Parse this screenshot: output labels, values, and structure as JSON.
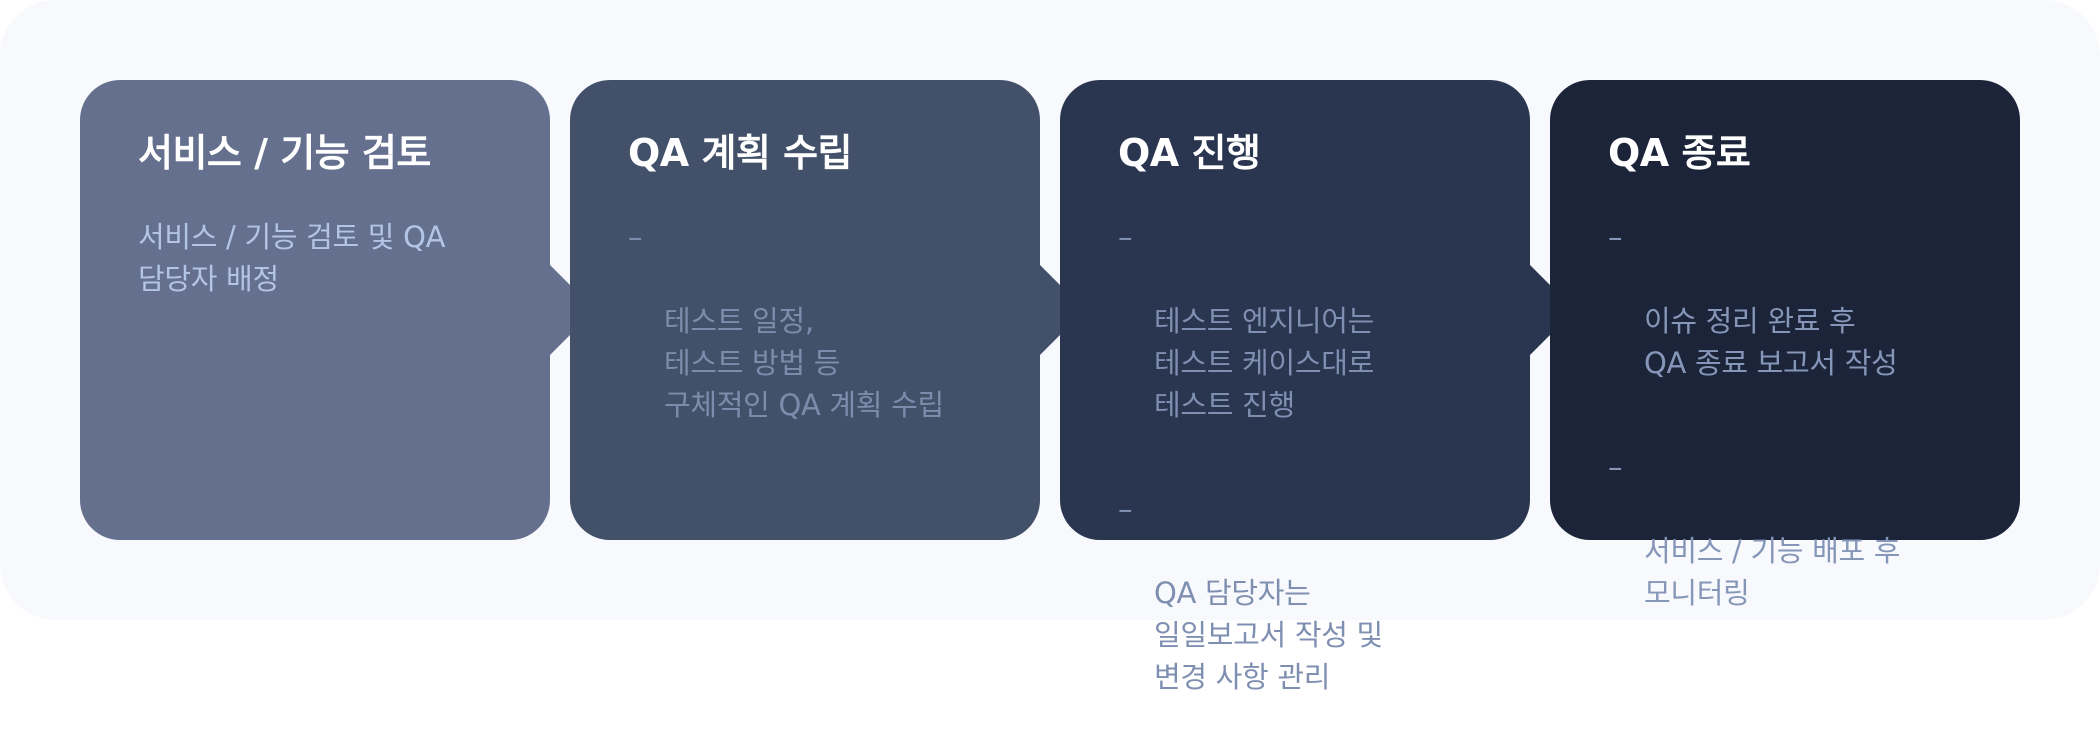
{
  "colors": {
    "page_bg": "#f8f9fc",
    "step1_bg": "#64708e",
    "step2_bg": "#435069",
    "step3_bg": "#2a3550",
    "step4_bg": "#1b2438",
    "title_text": "#ffffff",
    "step1_text": "#b3c4e6",
    "step2_text": "#7d8cac",
    "step3_text": "#7f8fb1",
    "step4_text": "#8696b8"
  },
  "steps": [
    {
      "title": "서비스 / 기능 검토",
      "description": "서비스 / 기능 검토 및 QA\n담당자 배정"
    },
    {
      "title": "QA 계획 수립",
      "items": [
        "테스트 일정,\n테스트 방법 등\n구체적인 QA 계획 수립"
      ]
    },
    {
      "title": "QA 진행",
      "items": [
        "테스트 엔지니어는\n테스트 케이스대로\n테스트 진행",
        "QA 담당자는\n일일보고서 작성 및\n변경 사항 관리"
      ]
    },
    {
      "title": "QA 종료",
      "items": [
        "이슈 정리 완료 후\nQA 종료 보고서 작성",
        "서비스 / 기능 배포 후\n모니터링"
      ]
    }
  ],
  "bullet_marker": "–"
}
